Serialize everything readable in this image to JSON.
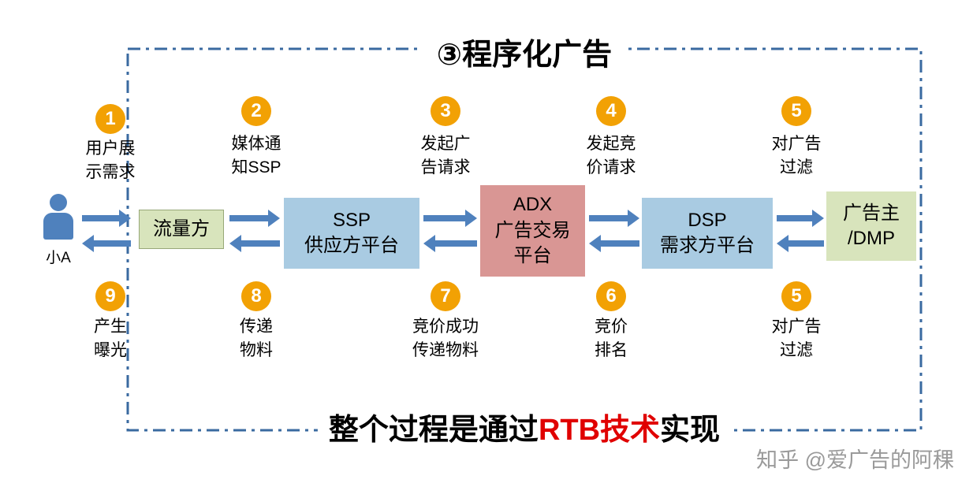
{
  "title": "③程序化广告",
  "person": {
    "label": "小A"
  },
  "boxes": {
    "traffic": {
      "label": "流量方"
    },
    "ssp": {
      "label": "SSP\n供应方平台"
    },
    "adx": {
      "label": "ADX\n广告交易\n平台"
    },
    "dsp": {
      "label": "DSP\n需求方平台"
    },
    "advertiser": {
      "label": "广告主\n/DMP"
    }
  },
  "steps_top": [
    {
      "num": "1",
      "label": "用户展\n示需求"
    },
    {
      "num": "2",
      "label": "媒体通\n知SSP"
    },
    {
      "num": "3",
      "label": "发起广\n告请求"
    },
    {
      "num": "4",
      "label": "发起竞\n价请求"
    },
    {
      "num": "5",
      "label": "对广告\n过滤"
    }
  ],
  "steps_bottom": [
    {
      "num": "9",
      "label": "产生\n曝光"
    },
    {
      "num": "8",
      "label": "传递\n物料"
    },
    {
      "num": "7",
      "label": "竞价成功\n传递物料"
    },
    {
      "num": "6",
      "label": "竞价\n排名"
    },
    {
      "num": "5",
      "label": "对广告\n过滤"
    }
  ],
  "footer": {
    "prefix": "整个过程是通过",
    "highlight": "RTB技术",
    "suffix": "实现"
  },
  "watermark": "知乎 @爱广告的阿稞",
  "colors": {
    "arrow_blue": "#4f81bd",
    "circle_orange": "#f2a104",
    "box_green": "#d8e4bc",
    "box_blue": "#a9cbe2",
    "box_pink": "#d99694",
    "highlight_red": "#e00000",
    "frame_blue": "#3a6aa0",
    "watermark_gray": "#9a9a9a"
  }
}
